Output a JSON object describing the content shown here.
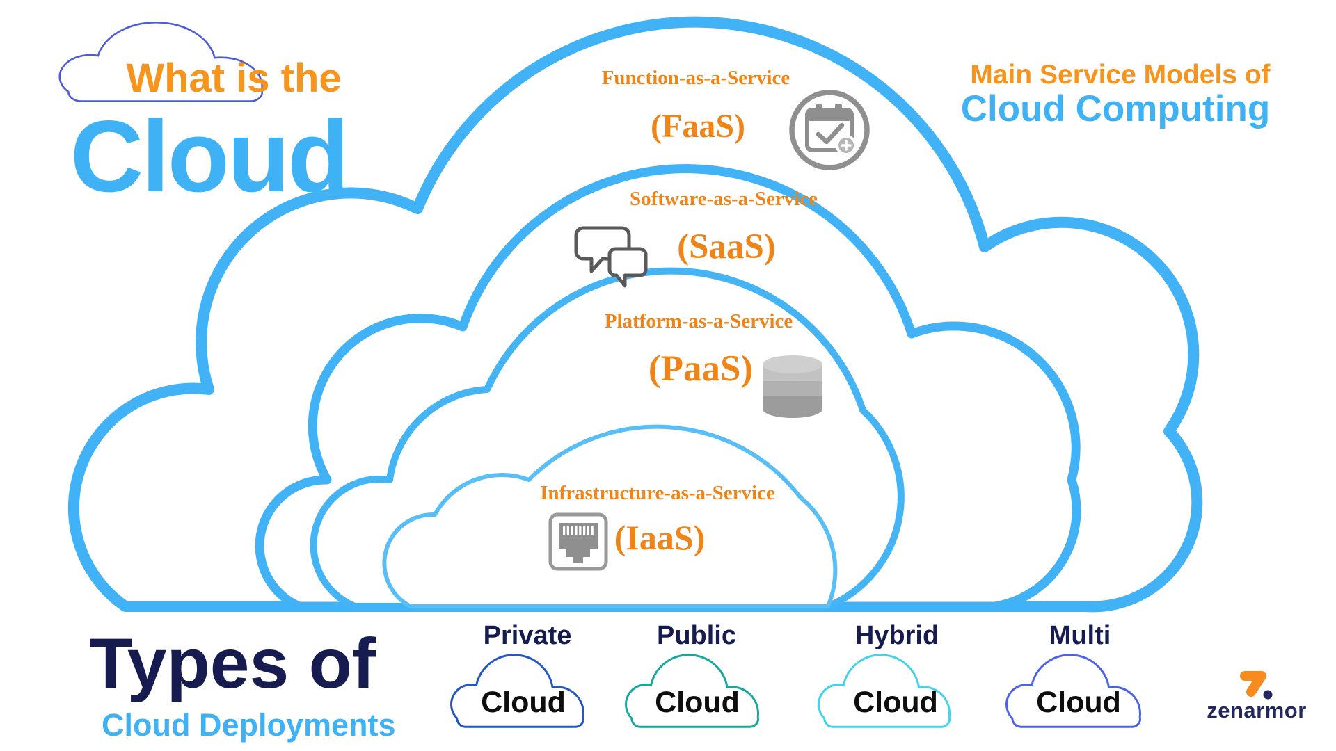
{
  "title_left": {
    "line1": "What is the",
    "word": "Cloud"
  },
  "title_right": {
    "line1": "Main Service Models of",
    "line2": "Cloud Computing"
  },
  "service_models": [
    {
      "name": "Function-as-a-Service",
      "abbr": "(FaaS)",
      "icon": "calendar-plus-icon"
    },
    {
      "name": "Software-as-a-Service",
      "abbr": "(SaaS)",
      "icon": "chat-bubbles-icon"
    },
    {
      "name": "Platform-as-a-Service",
      "abbr": "(PaaS)",
      "icon": "database-icon"
    },
    {
      "name": "Infrastructure-as-a-Service",
      "abbr": "(IaaS)",
      "icon": "ethernet-port-icon"
    }
  ],
  "deployments": {
    "title_line1": "Types of",
    "title_line2": "Cloud Deployments",
    "types": [
      {
        "label": "Private",
        "word": "Cloud",
        "outline_color": "#2456C4"
      },
      {
        "label": "Public",
        "word": "Cloud",
        "outline_color": "#17A89B"
      },
      {
        "label": "Hybrid",
        "word": "Cloud",
        "outline_color": "#44D3E8"
      },
      {
        "label": "Multi",
        "word": "Cloud",
        "outline_color": "#4C63E9"
      }
    ]
  },
  "brand": {
    "name": "zenarmor"
  },
  "colors": {
    "cloud_outline_blue": "#41B2F5",
    "inner_cloud_blue": "#58BEF7",
    "orange": "#F7941D",
    "serif_orange": "#EF8518",
    "navy": "#161C4F",
    "light_blue_text": "#3FB1F5",
    "logo_cloud_outline": "#4C5BD9",
    "icon_gray": "#8F8F8F"
  }
}
